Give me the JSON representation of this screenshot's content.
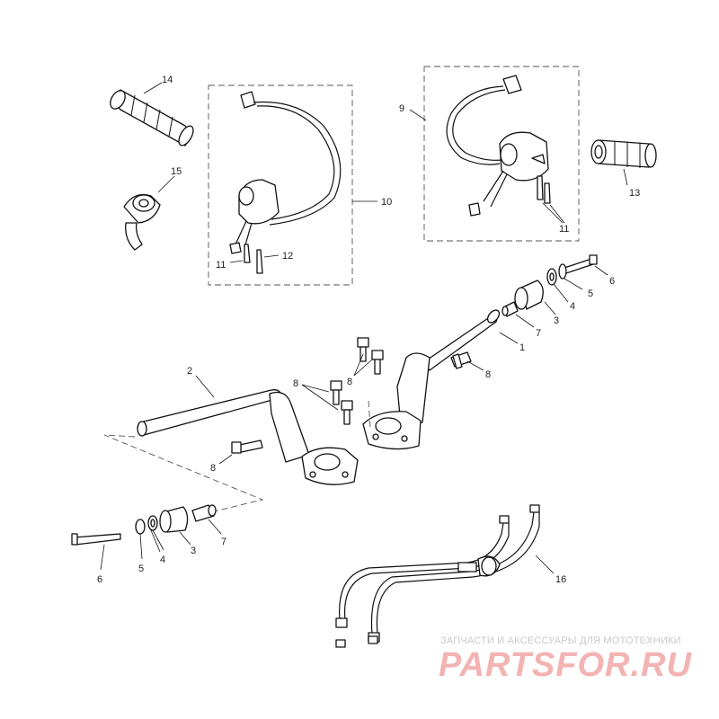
{
  "callouts": [
    "1",
    "2",
    "3",
    "4",
    "5",
    "6",
    "7",
    "8",
    "9",
    "10",
    "11",
    "12",
    "13",
    "14",
    "15",
    "16"
  ],
  "watermark": {
    "tagline": "ЗАПЧАСТИ И АКСЕССУАРЫ ДЛЯ МОТОТЕХНИКИ",
    "logo": "PARTSFOR.RU",
    "color": "#f3b3b3"
  }
}
